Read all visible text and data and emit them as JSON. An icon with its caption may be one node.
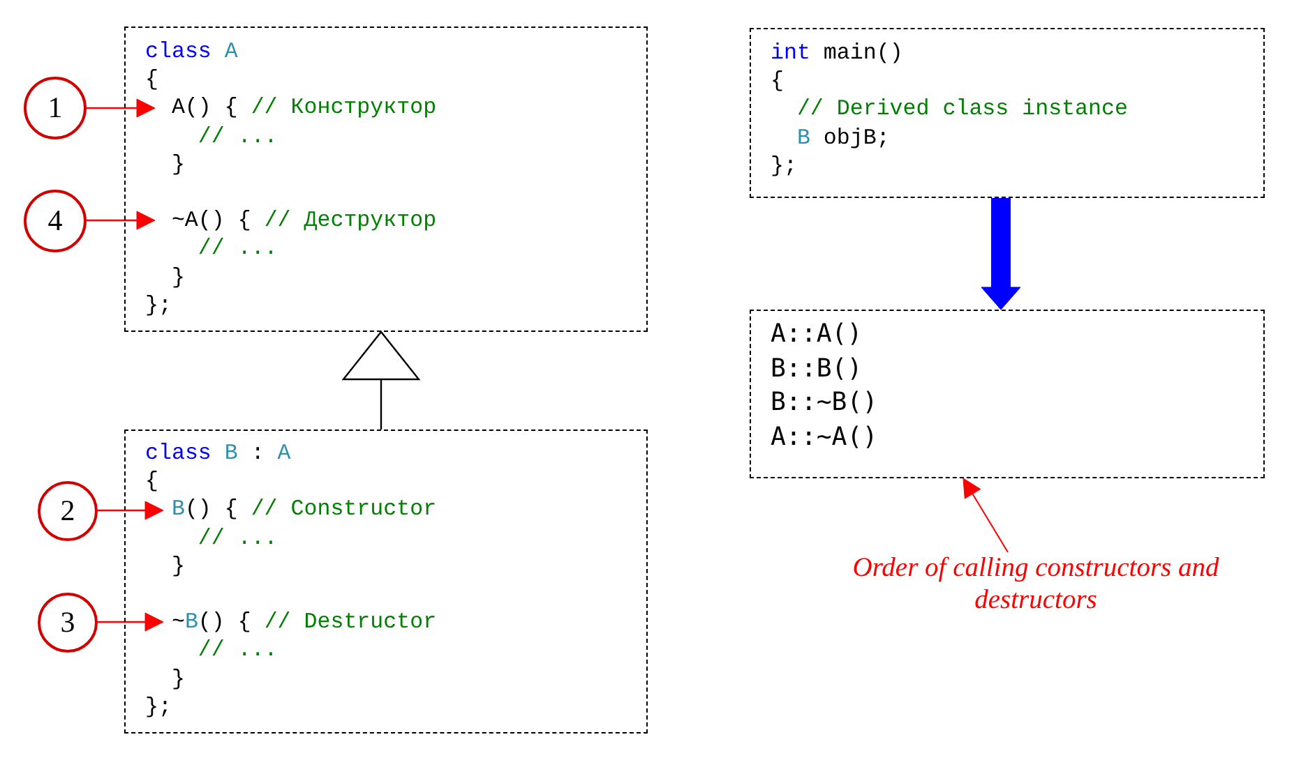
{
  "diagram": {
    "nodes": [
      {
        "text": [
          "class",
          "A",
          "{",
          "};"
        ]
      },
      {
        "text": [
          "1"
        ]
      },
      {
        "text": [
          "A() {",
          "// Конструктор",
          "// ...",
          "}"
        ],
        "in": 0
      },
      {
        "text": [
          "4"
        ]
      },
      {
        "text": [
          "~A() {",
          "// Деструктор",
          "// ...",
          "}"
        ],
        "in": 0
      },
      {
        "text": [
          "class",
          "B",
          ":",
          "A",
          "{",
          "};"
        ]
      },
      {
        "text": [
          "2"
        ]
      },
      {
        "text": [
          "B",
          "() {",
          "// Constructor",
          "// ...",
          "}"
        ],
        "in": 5
      },
      {
        "text": [
          "3"
        ]
      },
      {
        "text": [
          "~",
          "B",
          "() {",
          "// Destructor",
          "// ...",
          "}"
        ],
        "in": 5
      },
      {
        "text": [
          "int",
          "main()",
          "{",
          "// Derived class instance",
          "B",
          "objB;",
          "};"
        ]
      },
      {
        "text": [
          "A::A()",
          "B::B()",
          "B::~B()",
          "A::~A()"
        ]
      },
      {
        "text": [
          "Order of calling constructors and destructors"
        ]
      }
    ],
    "edges": [
      {
        "from": 1,
        "to": 2,
        "arrow": "to"
      },
      {
        "from": 3,
        "to": 4,
        "arrow": "to"
      },
      {
        "from": 6,
        "to": 7,
        "arrow": "to"
      },
      {
        "from": 8,
        "to": 9,
        "arrow": "to"
      },
      {
        "from": 5,
        "to": 0,
        "arrow": "to",
        "color": "#000000"
      },
      {
        "from": 10,
        "to": 11,
        "arrow": "to",
        "style": "thick",
        "color": "#0000ff"
      },
      {
        "from": 12,
        "to": 11,
        "arrow": "to"
      }
    ]
  }
}
